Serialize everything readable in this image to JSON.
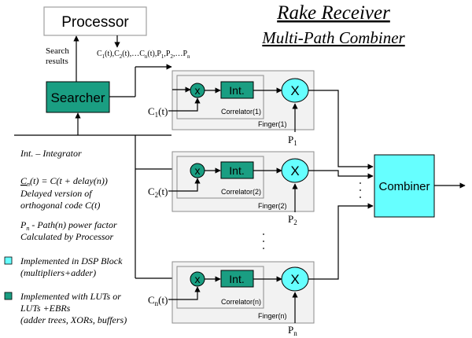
{
  "title": "Rake Receiver",
  "subtitle": "Multi-Path Combiner",
  "processor": {
    "label": "Processor"
  },
  "searcher": {
    "label": "Searcher"
  },
  "search_results": {
    "line1": "Search",
    "line2": "results"
  },
  "code_params": {
    "c": "C",
    "s1": "1",
    "t1": "(t),C",
    "s2": "2",
    "t2": "(t),…C",
    "sn": "n",
    "t3": "(t),P",
    "p1": "1",
    "t4": ",P",
    "p2": "2",
    "t5": ",…P",
    "pn": "n"
  },
  "fingers": [
    {
      "code_c": "C",
      "code_sub": "1",
      "code_t": "(t)",
      "correlator": "Correlator(1)",
      "finger": "Finger(1)",
      "p": "P",
      "p_sub": "1"
    },
    {
      "code_c": "C",
      "code_sub": "2",
      "code_t": "(t)",
      "correlator": "Correlator(2)",
      "finger": "Finger(2)",
      "p": "P",
      "p_sub": "2"
    },
    {
      "code_c": "C",
      "code_sub": "n",
      "code_t": "(t)",
      "correlator": "Correlator(n)",
      "finger": "Finger(n)",
      "p": "P",
      "p_sub": "n"
    }
  ],
  "mult_small": "x",
  "mult_big": "X",
  "integrator": "Int.",
  "combiner": {
    "label": "Combiner"
  },
  "legend": {
    "int": "Int. – Integrator",
    "cn_c": "C",
    "cn_sub": "n",
    "cn_rest": "(t) = C(t + delay(n))",
    "cn_desc1": "Delayed version of",
    "cn_desc2": "orthogonal code C(t)",
    "pn_p": "P",
    "pn_sub": "n",
    "pn_rest": " - Path(n) power factor",
    "pn_desc": "Calculated by Processor",
    "dsp1": "Implemented in DSP Block",
    "dsp2": "(multipliers+adder)",
    "lut1": "Implemented with LUTs or",
    "lut2": "LUTs +EBRs",
    "lut3": "(adder trees, XORs, buffers)"
  },
  "colors": {
    "teal": "#1a9e82",
    "cyan": "#66ffff",
    "frame_gray": "#8c8c8c",
    "finger_fill": "#f2f2f2",
    "processor_border": "#a0a0a0"
  }
}
